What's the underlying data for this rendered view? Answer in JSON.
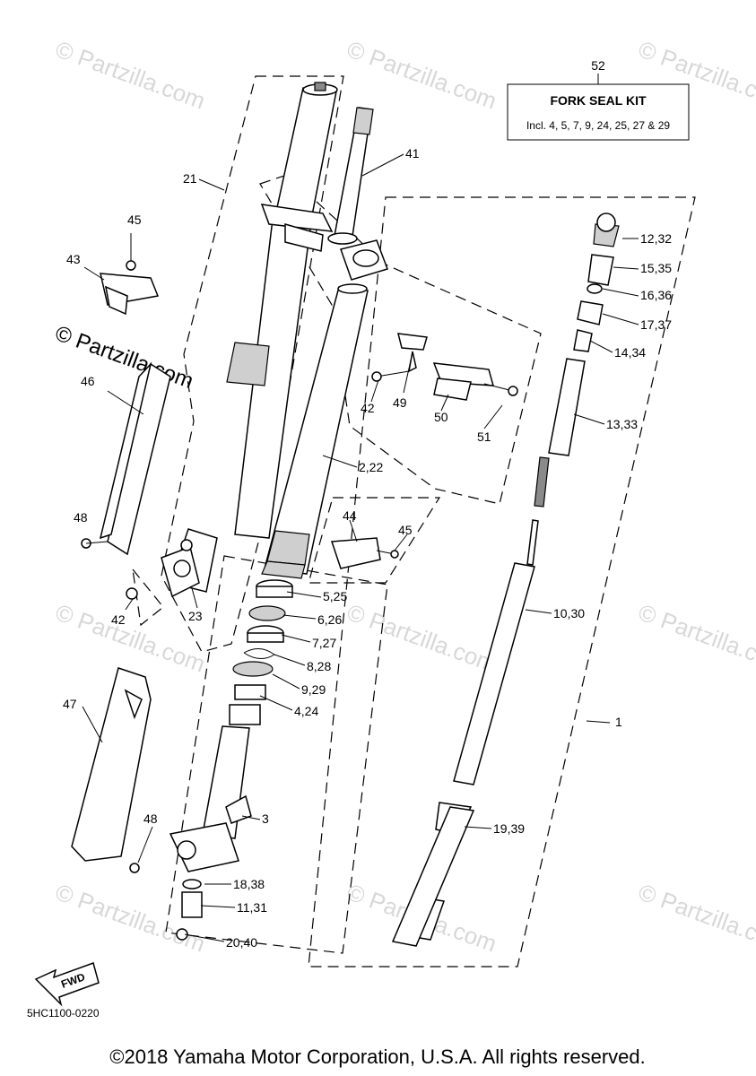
{
  "watermark": "© Partzilla.com",
  "watermark_large": "© Partzilla.com",
  "kit": {
    "number": "52",
    "title": "FORK SEAL KIT",
    "includes": "Incl. 4, 5, 7, 9, 24, 25, 27 & 29"
  },
  "callouts": {
    "c1": "1",
    "c2_22": "2,22",
    "c3": "3",
    "c4_24": "4,24",
    "c5_25": "5,25",
    "c6_26": "6,26",
    "c7_27": "7,27",
    "c8_28": "8,28",
    "c9_29": "9,29",
    "c10_30": "10,30",
    "c11_31": "11,31",
    "c12_32": "12,32",
    "c13_33": "13,33",
    "c14_34": "14,34",
    "c15_35": "15,35",
    "c16_36": "16,36",
    "c17_37": "17,37",
    "c18_38": "18,38",
    "c19_39": "19,39",
    "c20_40": "20,40",
    "c21": "21",
    "c23": "23",
    "c41": "41",
    "c42a": "42",
    "c42b": "42",
    "c43": "43",
    "c44": "44",
    "c45a": "45",
    "c45b": "45",
    "c46": "46",
    "c47": "47",
    "c48a": "48",
    "c48b": "48",
    "c49": "49",
    "c50": "50",
    "c51": "51"
  },
  "fwd_label": "FWD",
  "diagram_code": "5HC1100-0220",
  "copyright": "©2018 Yamaha Motor Corporation, U.S.A. All rights reserved."
}
